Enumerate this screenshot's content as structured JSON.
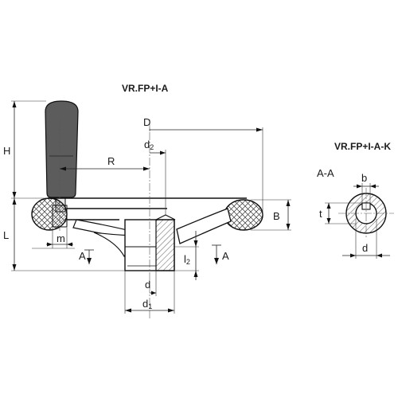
{
  "titles": {
    "main_view": "VR.FP+I-A",
    "section_view": "VR.FP+I-A-K"
  },
  "labels": {
    "H": "H",
    "L": "L",
    "D": "D",
    "d2_base": "d",
    "d2_sub": "2",
    "R": "R",
    "B": "B",
    "m": "m",
    "A_left": "A",
    "A_right": "A",
    "l2_base": "l",
    "l2_sub": "2",
    "d": "d",
    "d1_base": "d",
    "d1_sub": "1",
    "section_label": "A-A",
    "b": "b",
    "t": "t",
    "d_section": "d"
  },
  "colors": {
    "line": "#111111",
    "hatch": "#333333",
    "grip": "#5c5c5c",
    "background": "#ffffff"
  }
}
